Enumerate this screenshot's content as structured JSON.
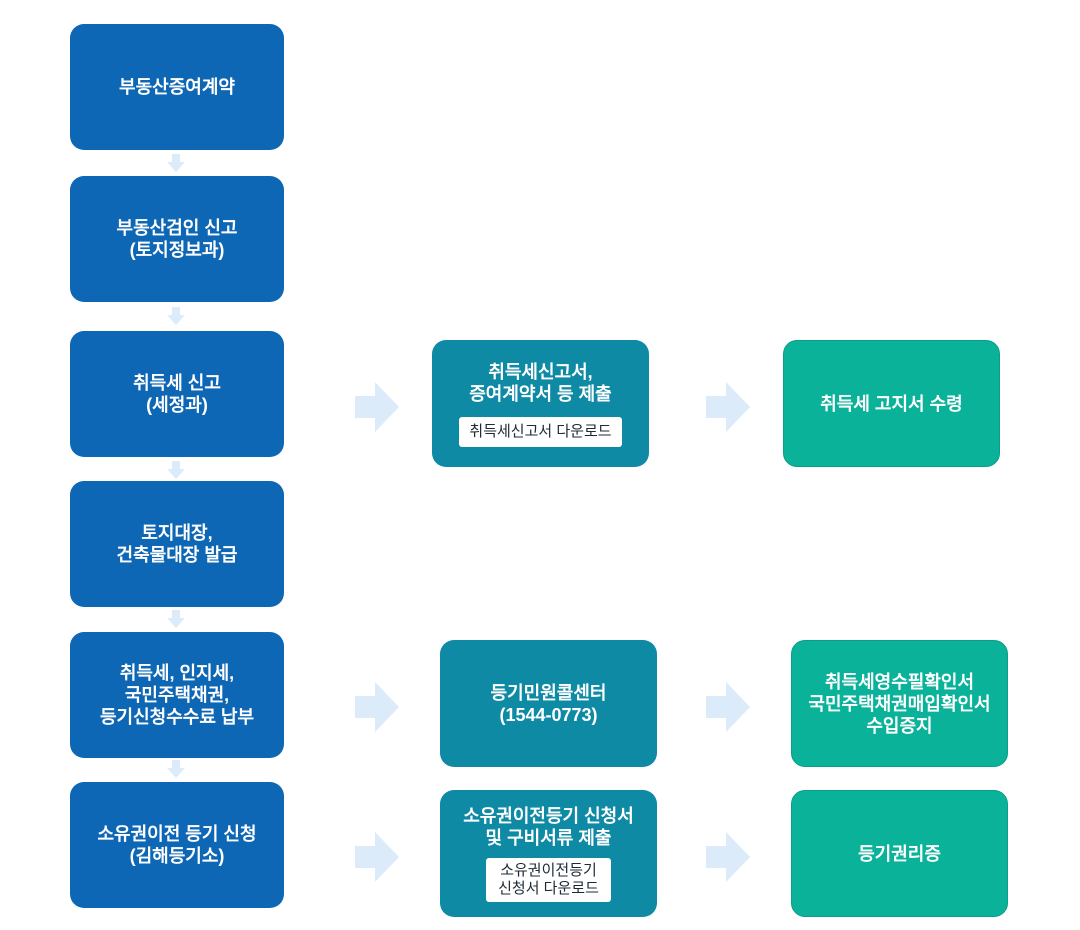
{
  "colors": {
    "main": "#0e67b4",
    "doc": "#0e8aa5",
    "result": "#0bb29a",
    "arrow": "#dcebfa"
  },
  "main_steps": [
    {
      "lines": [
        "부동산증여계약"
      ]
    },
    {
      "lines": [
        "부동산검인 신고",
        "(토지정보과)"
      ]
    },
    {
      "lines": [
        "취득세 신고",
        "(세정과)"
      ]
    },
    {
      "lines": [
        "토지대장,",
        "건축물대장 발급"
      ]
    },
    {
      "lines": [
        "취득세, 인지세,",
        "국민주택채권,",
        "등기신청수수료 납부"
      ]
    },
    {
      "lines": [
        "소유권이전 등기 신청",
        "(김해등기소)"
      ]
    }
  ],
  "branch_acquisition_tax": {
    "submit": {
      "lines": [
        "취득세신고서,",
        "증여계약서 등 제출"
      ],
      "download": [
        "취득세신고서 다운로드"
      ]
    },
    "result": {
      "lines": [
        "취득세 고지서 수령"
      ]
    }
  },
  "branch_payment": {
    "center": {
      "lines": [
        "등기민원콜센터",
        "(1544-0773)"
      ]
    },
    "result": {
      "lines": [
        "취득세영수필확인서",
        "국민주택채권매입확인서",
        "수입증지"
      ]
    }
  },
  "branch_registration": {
    "submit": {
      "lines": [
        "소유권이전등기 신청서",
        "및 구비서류 제출"
      ],
      "download": [
        "소유권이전등기",
        "신청서 다운로드"
      ]
    },
    "result": {
      "lines": [
        "등기권리증"
      ]
    }
  }
}
